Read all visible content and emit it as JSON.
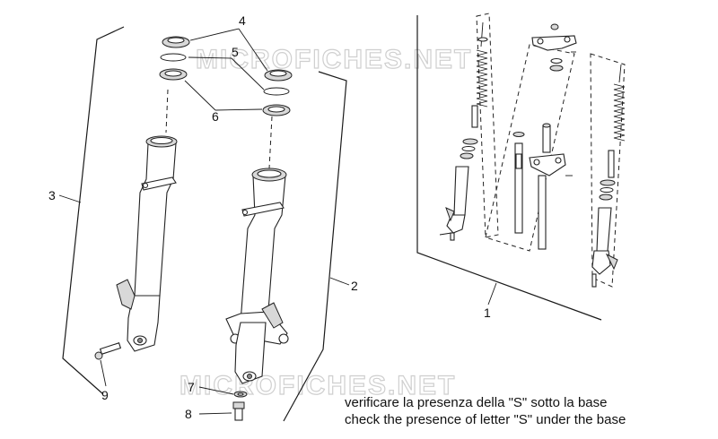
{
  "watermark": "MICROFICHES.NET",
  "callouts": {
    "c1": "1",
    "c2": "2",
    "c3": "3",
    "c4": "4",
    "c5": "5",
    "c6": "6",
    "c7": "7",
    "c8": "8",
    "c9": "9"
  },
  "notes": {
    "italian": "verificare la presenza della \"S\" sotto la base",
    "english": "check the presence of letter \"S\" under the base"
  }
}
